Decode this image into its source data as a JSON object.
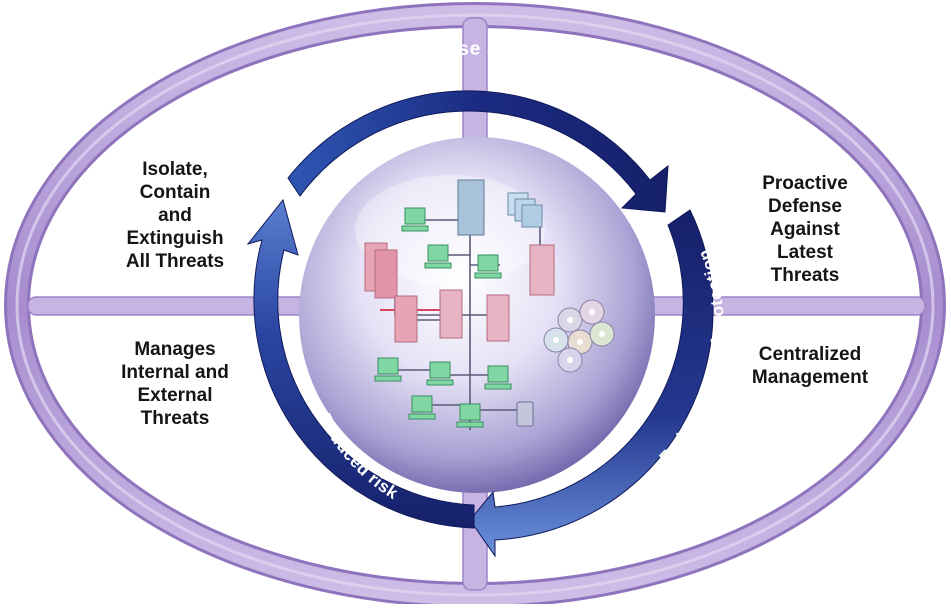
{
  "quadrants": {
    "top_left": "Isolate,\nContain\nand\nExtinguish\nAll Threats",
    "bottom_left": "Manages\nInternal and\nExternal\nThreats",
    "top_right": "Proactive\nDefense\nAgainst\nLatest\nThreats",
    "bottom_right": "Centralized\nManagement"
  },
  "cycle": {
    "top": "Reduced enterprise deployment risks",
    "right": "Reduced cost of protection",
    "left": "Reduced risk"
  },
  "colors": {
    "ring": "#b9a3d9",
    "ring_edge": "#8f74bd",
    "arrow_dark": "#1d2a7a",
    "arrow_light": "#5a7fd0",
    "sphere_light": "#f2efff",
    "sphere_dark": "#7d74b8"
  },
  "icons": [
    "workstation-icon",
    "server-tower-icon",
    "server-cluster-icon",
    "cd-disc-icon",
    "handheld-device-icon"
  ]
}
